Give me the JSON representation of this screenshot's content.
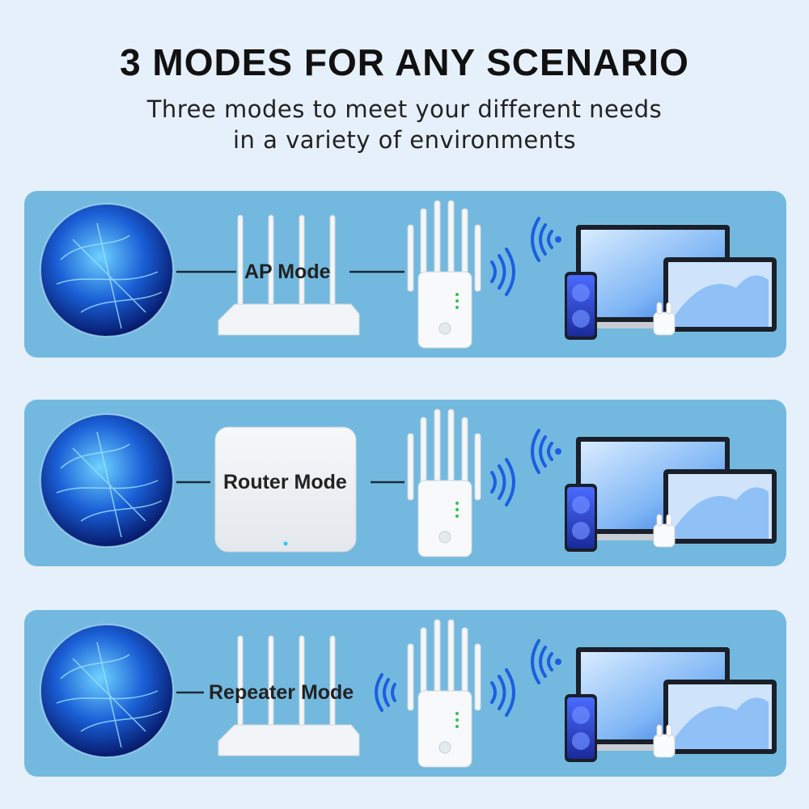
{
  "heading": {
    "title": "3 MODES FOR ANY SCENARIO",
    "subtitle_line1": "Three modes to meet your different needs",
    "subtitle_line2": "in a variety of environments"
  },
  "modes": [
    {
      "label": "AP Mode",
      "source_device": "wifi-router-4-antenna",
      "signal_into_extender": false
    },
    {
      "label": "Router Mode",
      "source_device": "square-router-box",
      "signal_into_extender": false
    },
    {
      "label": "Repeater Mode",
      "source_device": "wifi-router-4-antenna",
      "signal_into_extender": true
    }
  ],
  "colors": {
    "page_background": "#e6f0fa",
    "panel_background": "#73b9df",
    "signal_blue": "#1b5fe0",
    "led_green": "#35c24a"
  },
  "icons": [
    "globe-icon",
    "router-icon",
    "extender-icon",
    "wifi-signal-icon",
    "laptop-icon",
    "tablet-icon",
    "phone-icon",
    "earbuds-icon"
  ]
}
